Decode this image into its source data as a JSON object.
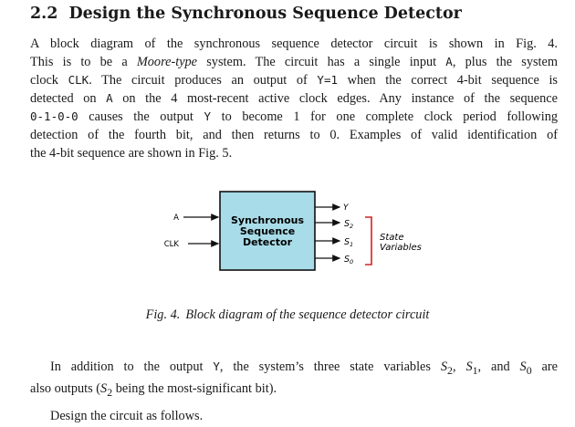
{
  "section": {
    "number": "2.2",
    "title": "Design the Synchronous Sequence Detector"
  },
  "paragraph1": {
    "l1": "A block diagram of the synchronous sequence detector circuit is shown in Fig. 4.",
    "l2a": "This is to be a ",
    "l2b": "Moore-type",
    "l2c": " system. The circuit has a single input ",
    "l2d": "A",
    "l2e": ", plus the system",
    "l3a": "clock ",
    "l3b": "CLK",
    "l3c": ". The circuit produces an output of ",
    "l3d": "Y=1",
    "l3e": " when the correct 4-bit sequence is",
    "l4a": "detected on ",
    "l4b": "A",
    "l4c": " on the 4 most-recent active clock edges. Any instance of the sequence",
    "l5a": "0-1-0-0",
    "l5b": " causes the output ",
    "l5c": "Y",
    "l5d": " to become 1 for one complete clock period following",
    "l6": "detection of the fourth bit, and then returns to 0. Examples of valid identification of",
    "l7": "the 4-bit sequence are shown in Fig. 5."
  },
  "diagram": {
    "input_a": "A",
    "input_clk": "CLK",
    "block_line1": "Synchronous",
    "block_line2": "Sequence",
    "block_line3": "Detector",
    "output_y": "Y",
    "output_s2": "S",
    "output_s2_sub": "2",
    "output_s1": "S",
    "output_s1_sub": "1",
    "output_s0": "S",
    "output_s0_sub": "0",
    "bracket_label1": "State",
    "bracket_label2": "Variables",
    "block_fill": "#a8dce8"
  },
  "caption": {
    "prefix": "Fig. 4.",
    "text": "Block diagram of the sequence detector circuit"
  },
  "paragraph2": {
    "l1a": "In addition to the output ",
    "l1b": "Y",
    "l1c": ", the system’s three state variables ",
    "l1d": "S",
    "l1d_sub": "2",
    "l1e": ", ",
    "l1f": "S",
    "l1f_sub": "1",
    "l1g": ", and ",
    "l1h": "S",
    "l1h_sub": "0",
    "l1i": " are",
    "l2a": "also outputs (",
    "l2b": "S",
    "l2b_sub": "2",
    "l2c": " being the most-significant bit)."
  },
  "paragraph3": {
    "text": "Design the circuit as follows."
  }
}
